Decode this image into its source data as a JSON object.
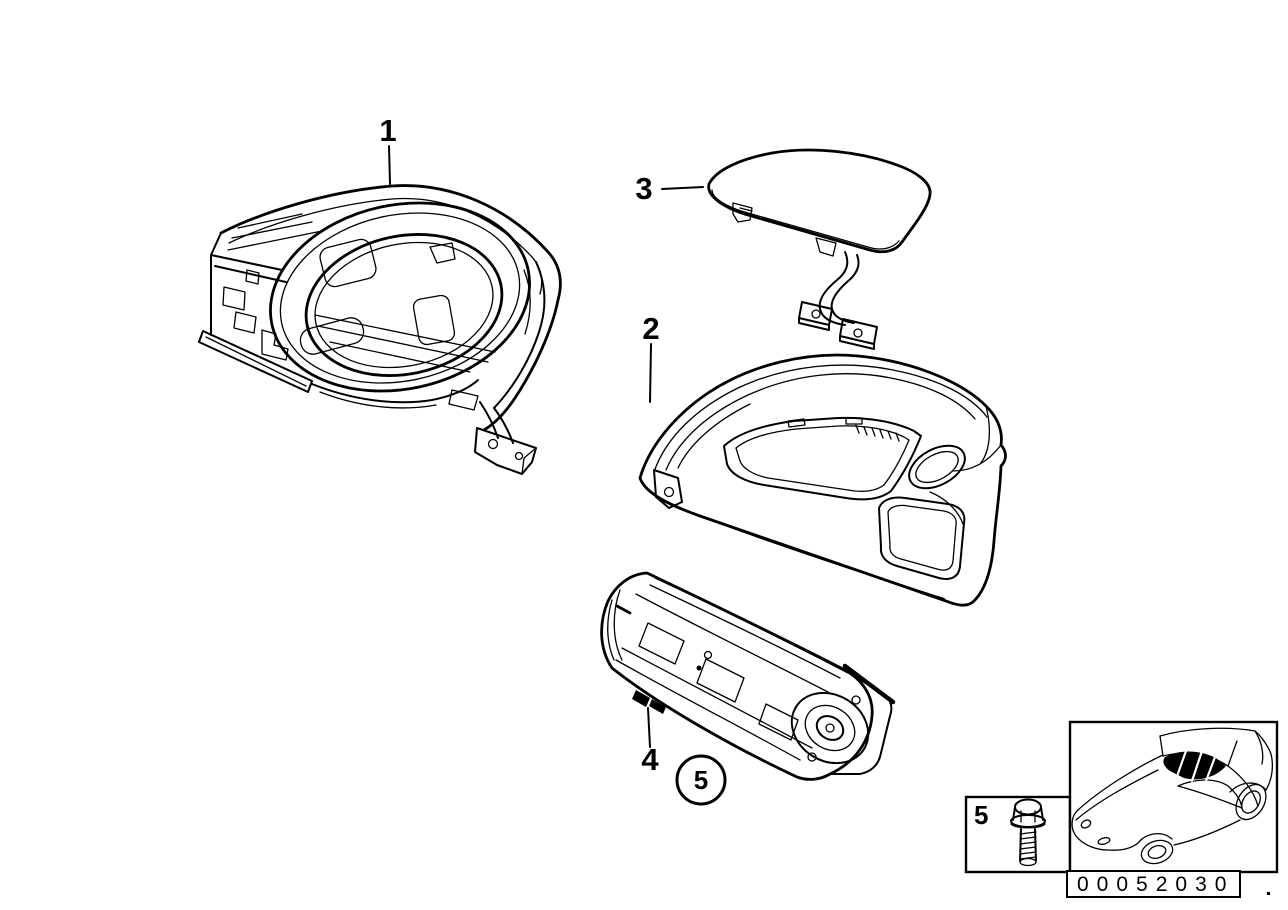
{
  "diagram": {
    "background_color": "#ffffff",
    "line_color": "#000000",
    "callouts": {
      "c1": {
        "label": "1"
      },
      "c2": {
        "label": "2"
      },
      "c3": {
        "label": "3"
      },
      "c4": {
        "label": "4"
      },
      "c5_circled": {
        "label": "5"
      },
      "c5_legend": {
        "label": "5"
      }
    },
    "plate_number": "00052030",
    "parts": [
      {
        "callout": "1",
        "drawing": "instrument-cluster-surround"
      },
      {
        "callout": "2",
        "drawing": "dashboard-trim-panel"
      },
      {
        "callout": "3",
        "drawing": "cover-cap-with-bracket"
      },
      {
        "callout": "4",
        "drawing": "passenger-airbag-module"
      },
      {
        "callout": "5",
        "drawing": "hex-flange-bolt"
      }
    ]
  }
}
